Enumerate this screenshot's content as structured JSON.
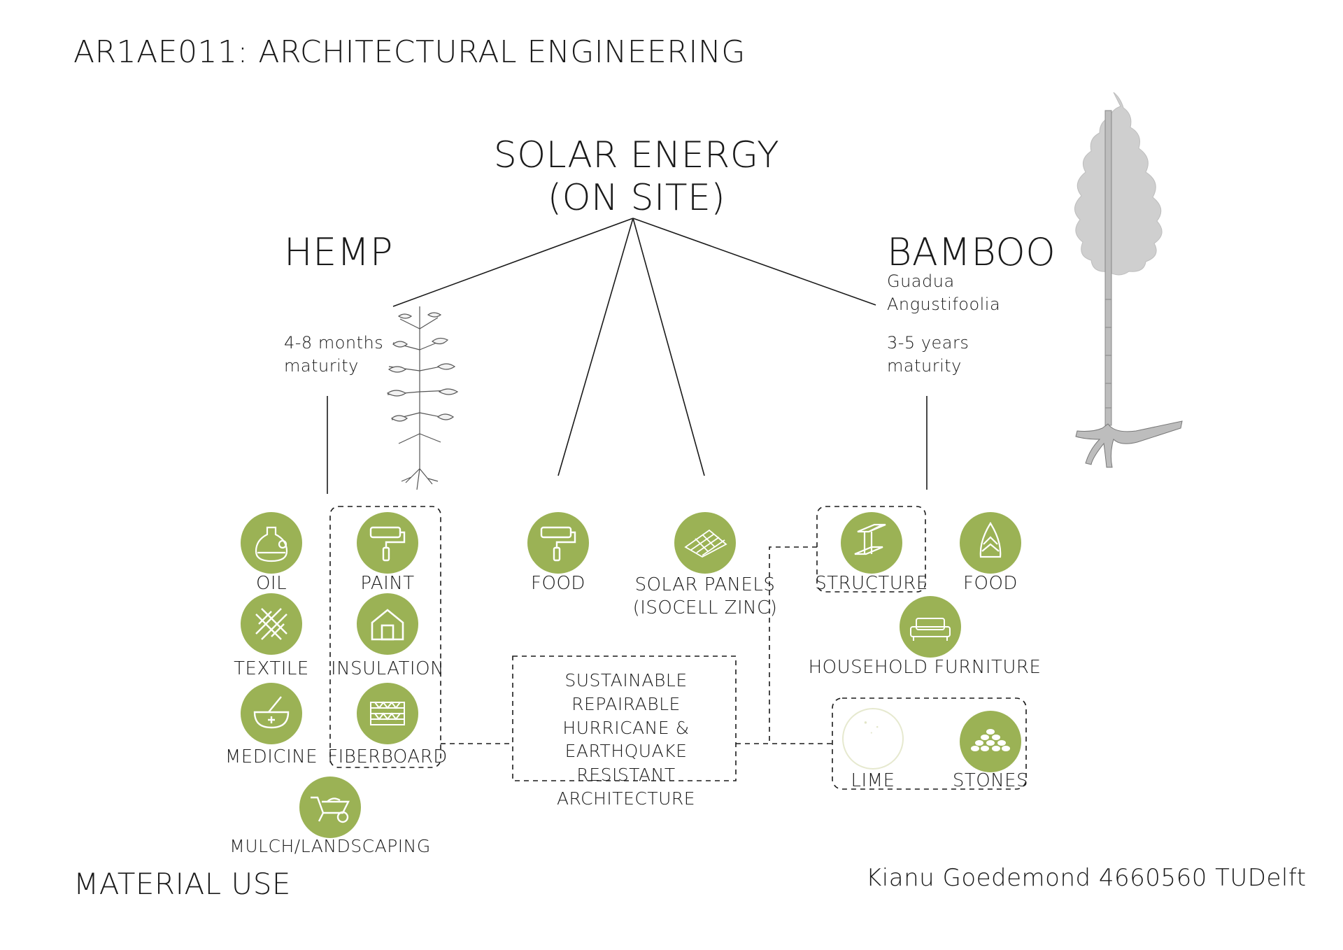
{
  "header": {
    "title": "AR1AE011: ARCHITECTURAL ENGINEERING"
  },
  "center": {
    "title_line1": "SOLAR ENERGY",
    "title_line2": "(ON SITE)"
  },
  "hemp": {
    "title": "HEMP",
    "maturity_line1": "4-8 months",
    "maturity_line2": "maturity",
    "uses": {
      "oil": "OIL",
      "paint": "PAINT",
      "textile": "TEXTILE",
      "insulation": "INSULATION",
      "medicine": "MEDICINE",
      "fiberboard": "FIBERBOARD",
      "mulch": "MULCH/LANDSCAPING"
    }
  },
  "middle": {
    "food": "FOOD",
    "solar_panels_line1": "SOLAR PANELS",
    "solar_panels_line2": "(ISOCELL ZINC)"
  },
  "bamboo": {
    "title": "BAMBOO",
    "species_line1": "Guadua",
    "species_line2": "Angustifoolia",
    "maturity_line1": "3-5 years",
    "maturity_line2": "maturity",
    "uses": {
      "structure": "STRUCTURE",
      "food": "FOOD",
      "furniture": "HOUSEHOLD FURNITURE",
      "lime": "LIME",
      "stones": "STONES"
    }
  },
  "central_box": {
    "line1": "SUSTAINABLE REPAIRABLE",
    "line2": "HURRICANE &",
    "line3": "EARTHQUAKE RESISTANT",
    "line4": "ARCHITECTURE"
  },
  "footer": {
    "left": "MATERIAL USE",
    "right": "Kianu Goedemond 4660560 TUDelft"
  },
  "colors": {
    "accent_green": "#9bb255",
    "line": "#1a1a1a",
    "tree_grey": "#cfcfcf"
  }
}
